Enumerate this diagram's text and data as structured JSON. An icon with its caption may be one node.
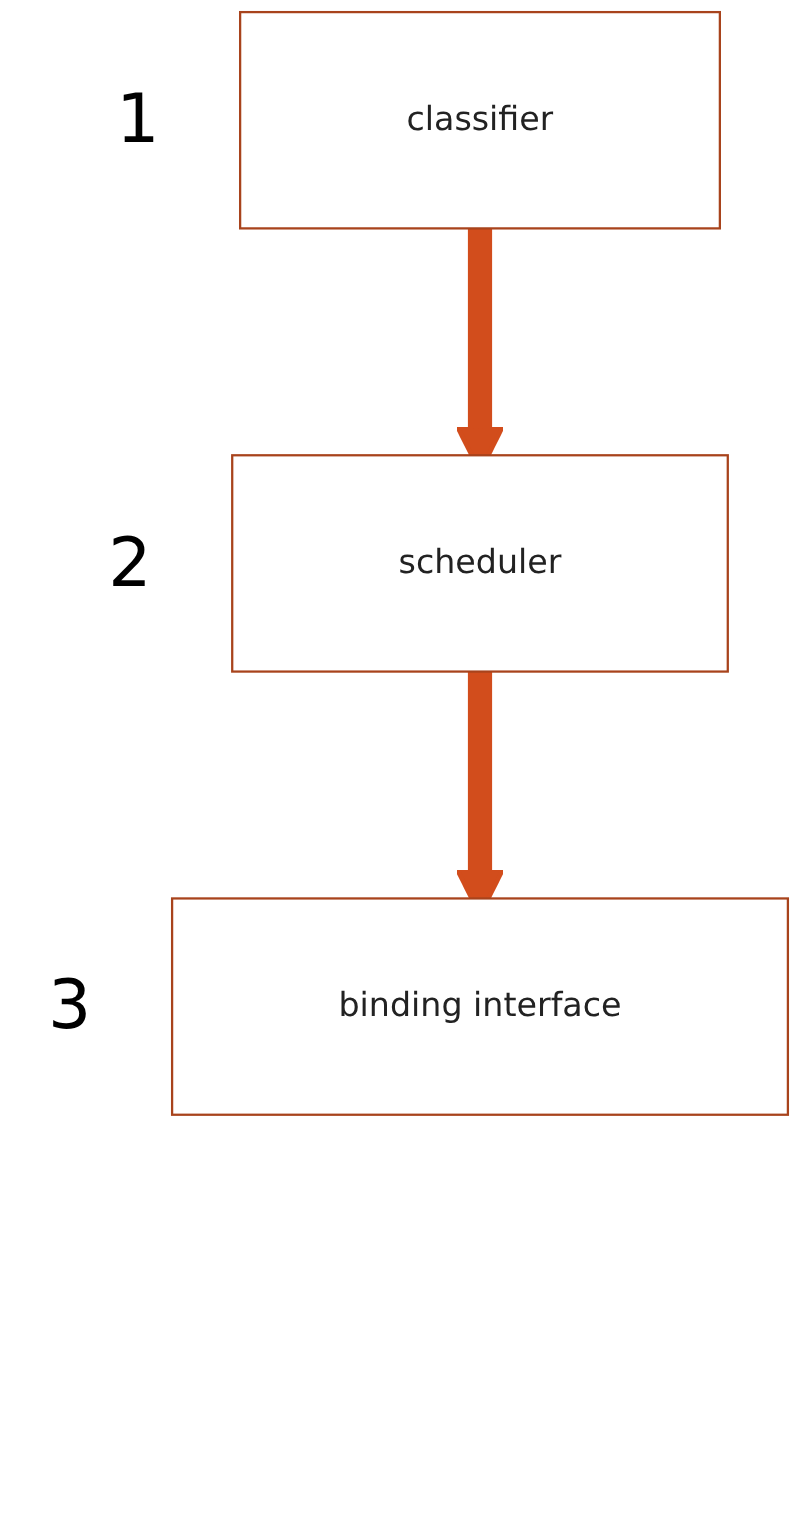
{
  "diagram": {
    "nodes": [
      {
        "text": [
          "classifier"
        ],
        "beside": [
          "1"
        ]
      },
      {
        "text": [
          "scheduler"
        ],
        "beside": [
          "2"
        ]
      },
      {
        "text": [
          "binding interface"
        ],
        "beside": [
          "3"
        ]
      }
    ],
    "edges": [
      {
        "from": 0,
        "to": 1,
        "arrow": "to"
      },
      {
        "from": 1,
        "to": 2,
        "arrow": "to"
      }
    ]
  }
}
